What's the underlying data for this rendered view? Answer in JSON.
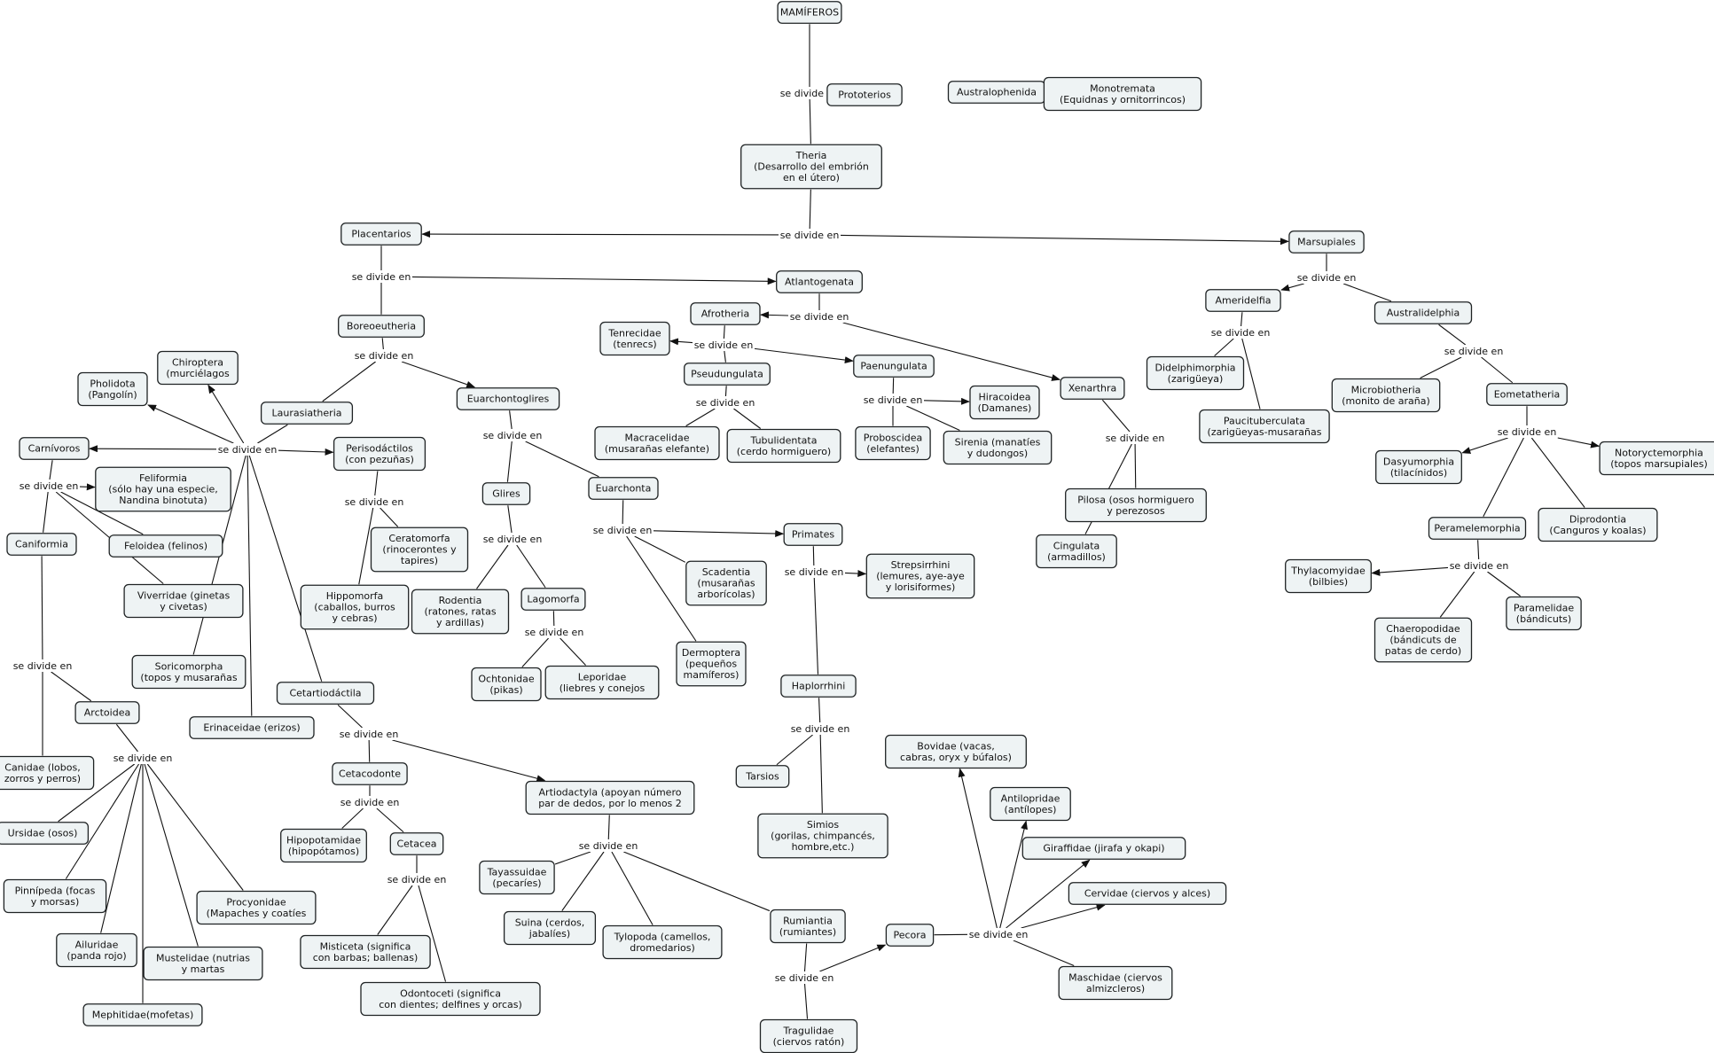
{
  "link_phrase": "se divide en",
  "nodes": {
    "mamiferos": [
      "MAMÍFEROS"
    ],
    "prototerios": [
      "Prototerios"
    ],
    "australophenida": [
      "Australophenida"
    ],
    "monotremata": [
      "Monotremata",
      "(Equidnas y ornitorrincos)"
    ],
    "theria": [
      "Theria",
      "(Desarrollo del embrión",
      "en el útero)"
    ],
    "placentarios": [
      "Placentarios"
    ],
    "marsupiales": [
      "Marsupiales"
    ],
    "atlantogenata": [
      "Atlantogenata"
    ],
    "boreoeutheria": [
      "Boreoeutheria"
    ],
    "afrotheria": [
      "Afrotheria"
    ],
    "tenrecidae": [
      "Tenrecidae",
      "(tenrecs)"
    ],
    "pseudungulata": [
      "Pseudungulata"
    ],
    "paenungulata": [
      "Paenungulata"
    ],
    "xenarthra": [
      "Xenarthra"
    ],
    "macracelidae": [
      "Macracelidae",
      "(musarañas elefante)"
    ],
    "tubulidentata": [
      "Tubulidentata",
      "(cerdo hormiguero)"
    ],
    "proboscidea": [
      "Proboscidea",
      "(elefantes)"
    ],
    "sirenia": [
      "Sirenia (manatíes",
      "y dudongos)"
    ],
    "hiracoidea": [
      "Hiracoidea",
      "(Damanes)"
    ],
    "pilosa": [
      "Pilosa (osos hormiguero",
      "y perezosos"
    ],
    "cingulata": [
      "Cingulata",
      "(armadillos)"
    ],
    "ameridelfia": [
      "Ameridelfia"
    ],
    "australidelphia": [
      "Australidelphia"
    ],
    "didelphimorphia": [
      "Didelphimorphia",
      "(zarigüeya)"
    ],
    "paucituberculata": [
      "Paucituberculata",
      "(zarigüeyas-musarañas"
    ],
    "microbiotheria": [
      "Microbiotheria",
      "(monito de araña)"
    ],
    "eometatheria": [
      "Eometatheria"
    ],
    "dasyumorphia": [
      "Dasyumorphia",
      "(tilacínidos)"
    ],
    "notoryctemorphia": [
      "Notoryctemorphia",
      "(topos marsupiales)"
    ],
    "peramelemorphia": [
      "Peramelemorphia"
    ],
    "diprodontia": [
      "Diprodontia",
      "(Canguros y koalas)"
    ],
    "thylacomyidae": [
      "Thylacomyidae",
      "(bilbies)"
    ],
    "chaeropodidae": [
      "Chaeropodidae",
      "(bándicuts de",
      "patas de cerdo)"
    ],
    "paramelidae": [
      "Paramelidae",
      "(bándicuts)"
    ],
    "laurasiatheria": [
      "Laurasiatheria"
    ],
    "euarchontoglires": [
      "Euarchontoglires"
    ],
    "chiroptera": [
      "Chiroptera",
      "(murciélagos"
    ],
    "pholidota": [
      "Pholidota",
      "(Pangolín)"
    ],
    "carnivoros": [
      "Carnívoros"
    ],
    "perisodactilos": [
      "Perisodáctilos",
      "(con pezuñas)"
    ],
    "feliformia": [
      "Feliformia",
      "(sólo hay una especie,",
      "Nandina binotuta)"
    ],
    "feloidea": [
      "Feloidea (felinos)"
    ],
    "caniformia": [
      "Caniformia"
    ],
    "viverridae": [
      "Viverridae (ginetas",
      "y civetas)"
    ],
    "ceratomorfa": [
      "Ceratomorfa",
      "(rinocerontes y",
      "tapires)"
    ],
    "hippomorfa": [
      "Hippomorfa",
      "(caballos, burros",
      "y cebras)"
    ],
    "soricomorpha": [
      "Soricomorpha",
      "(topos y musarañas"
    ],
    "erinaceidae": [
      "Erinaceidae (erizos)"
    ],
    "cetartiodactila": [
      "Cetartiodáctila"
    ],
    "arctoidea": [
      "Arctoidea"
    ],
    "canidae": [
      "Canidae (lobos,",
      "zorros y perros)"
    ],
    "ursidae": [
      "Ursidae (osos)"
    ],
    "pinnipeda": [
      "Pinnípeda (focas",
      "y morsas)"
    ],
    "ailuridae": [
      "Ailuridae",
      "(panda rojo)"
    ],
    "mephitidae": [
      "Mephitidae(mofetas)"
    ],
    "mustelidae": [
      "Mustelidae (nutrias",
      "y martas"
    ],
    "procyonidae": [
      "Procyonidae",
      "(Mapaches y coatíes"
    ],
    "glires": [
      "Glires"
    ],
    "euarchonta": [
      "Euarchonta"
    ],
    "rodentia": [
      "Rodentia",
      "(ratones, ratas",
      "y ardillas)"
    ],
    "lagomorfa": [
      "Lagomorfa"
    ],
    "ochtonidae": [
      "Ochtonidae",
      "(pikas)"
    ],
    "leporidae": [
      "Leporidae",
      "(liebres y conejos"
    ],
    "primates": [
      "Primates"
    ],
    "scadentia": [
      "Scadentia",
      "(musarañas",
      "arborícolas)"
    ],
    "dermoptera": [
      "Dermoptera",
      "(pequeños",
      "mamíferos)"
    ],
    "strepsirrhini": [
      "Strepsirrhini",
      "(lemures, aye-aye",
      "y lorisiformes)"
    ],
    "haplorrhini": [
      "Haplorrhini"
    ],
    "tarsios": [
      "Tarsios"
    ],
    "simios": [
      "Simios",
      "(gorilas, chimpancés,",
      "hombre,etc.)"
    ],
    "cetacodonte": [
      "Cetacodonte"
    ],
    "artiodactyla": [
      "Artiodactyla (apoyan número",
      "par de dedos, por lo menos 2"
    ],
    "hipopotamidae": [
      "Hipopotamidae",
      "(hipopótamos)"
    ],
    "cetacea": [
      "Cetacea"
    ],
    "misticeta": [
      "Misticeta (significa",
      "con barbas; ballenas)"
    ],
    "odontoceti": [
      "Odontoceti (significa",
      "con dientes; delfines y orcas)"
    ],
    "tayassuidae": [
      "Tayassuidae",
      "(pecaríes)"
    ],
    "suina": [
      "Suina (cerdos,",
      "jabalíes)"
    ],
    "tylopoda": [
      "Tylopoda (camellos,",
      "dromedarios)"
    ],
    "rumiantia": [
      "Rumiantia",
      "(rumiantes)"
    ],
    "pecora": [
      "Pecora"
    ],
    "tragulidae": [
      "Tragulidae",
      "(ciervos ratón)"
    ],
    "bovidae": [
      "Bovidae (vacas,",
      "cabras, oryx y búfalos)"
    ],
    "antilopridae": [
      "Antilopridae",
      "(antílopes)"
    ],
    "giraffidae": [
      "Giraffidae (jirafa y okapi)"
    ],
    "cervidae": [
      "Cervidae (ciervos y alces)"
    ],
    "maschidae": [
      "Maschidae (ciervos",
      "almizcleros)"
    ]
  },
  "relations": [
    {
      "from": "mamiferos",
      "to": [
        "prototerios",
        "theria"
      ]
    },
    {
      "from": "prototerios",
      "to": [
        "australophenida"
      ]
    },
    {
      "from": "australophenida",
      "to": [
        "monotremata"
      ]
    },
    {
      "from": "theria",
      "to": [
        "placentarios",
        "marsupiales"
      ]
    },
    {
      "from": "placentarios",
      "to": [
        "atlantogenata",
        "boreoeutheria"
      ]
    },
    {
      "from": "atlantogenata",
      "to": [
        "afrotheria",
        "xenarthra"
      ]
    },
    {
      "from": "afrotheria",
      "to": [
        "tenrecidae",
        "pseudungulata",
        "paenungulata"
      ]
    },
    {
      "from": "pseudungulata",
      "to": [
        "macracelidae",
        "tubulidentata"
      ]
    },
    {
      "from": "paenungulata",
      "to": [
        "proboscidea",
        "sirenia",
        "hiracoidea"
      ]
    },
    {
      "from": "xenarthra",
      "to": [
        "cingulata",
        "pilosa"
      ]
    },
    {
      "from": "marsupiales",
      "to": [
        "ameridelfia",
        "australidelphia"
      ]
    },
    {
      "from": "ameridelfia",
      "to": [
        "didelphimorphia",
        "paucituberculata"
      ]
    },
    {
      "from": "australidelphia",
      "to": [
        "microbiotheria",
        "eometatheria"
      ]
    },
    {
      "from": "eometatheria",
      "to": [
        "dasyumorphia",
        "notoryctemorphia",
        "peramelemorphia",
        "diprodontia"
      ]
    },
    {
      "from": "peramelemorphia",
      "to": [
        "thylacomyidae",
        "chaeropodidae",
        "paramelidae"
      ]
    },
    {
      "from": "boreoeutheria",
      "to": [
        "laurasiatheria",
        "euarchontoglires"
      ]
    },
    {
      "from": "laurasiatheria",
      "to": [
        "pholidota",
        "chiroptera",
        "carnivoros",
        "perisodactilos",
        "soricomorpha",
        "erinaceidae",
        "cetartiodactila"
      ]
    },
    {
      "from": "carnivoros",
      "to": [
        "feliformia",
        "caniformia",
        "feloidea",
        "viverridae"
      ]
    },
    {
      "from": "caniformia",
      "to": [
        "canidae",
        "arctoidea"
      ]
    },
    {
      "from": "arctoidea",
      "to": [
        "ursidae",
        "pinnipeda",
        "ailuridae",
        "mephitidae",
        "mustelidae",
        "procyonidae"
      ]
    },
    {
      "from": "perisodactilos",
      "to": [
        "hippomorfa",
        "ceratomorfa"
      ]
    },
    {
      "from": "cetartiodactila",
      "to": [
        "cetacodonte",
        "artiodactyla"
      ]
    },
    {
      "from": "cetacodonte",
      "to": [
        "hipopotamidae",
        "cetacea"
      ]
    },
    {
      "from": "cetacea",
      "to": [
        "misticeta",
        "odontoceti"
      ]
    },
    {
      "from": "artiodactyla",
      "to": [
        "tayassuidae",
        "suina",
        "tylopoda",
        "rumiantia"
      ]
    },
    {
      "from": "rumiantia",
      "to": [
        "tragulidae",
        "pecora"
      ]
    },
    {
      "from": "pecora",
      "to": [
        "bovidae",
        "antilopridae",
        "giraffidae",
        "cervidae",
        "maschidae"
      ]
    },
    {
      "from": "euarchontoglires",
      "to": [
        "glires",
        "euarchonta"
      ]
    },
    {
      "from": "glires",
      "to": [
        "rodentia",
        "lagomorfa"
      ]
    },
    {
      "from": "lagomorfa",
      "to": [
        "ochtonidae",
        "leporidae"
      ]
    },
    {
      "from": "euarchonta",
      "to": [
        "primates",
        "scadentia",
        "dermoptera"
      ]
    },
    {
      "from": "primates",
      "to": [
        "strepsirrhini",
        "haplorrhini"
      ]
    },
    {
      "from": "haplorrhini",
      "to": [
        "tarsios",
        "simios"
      ]
    }
  ]
}
